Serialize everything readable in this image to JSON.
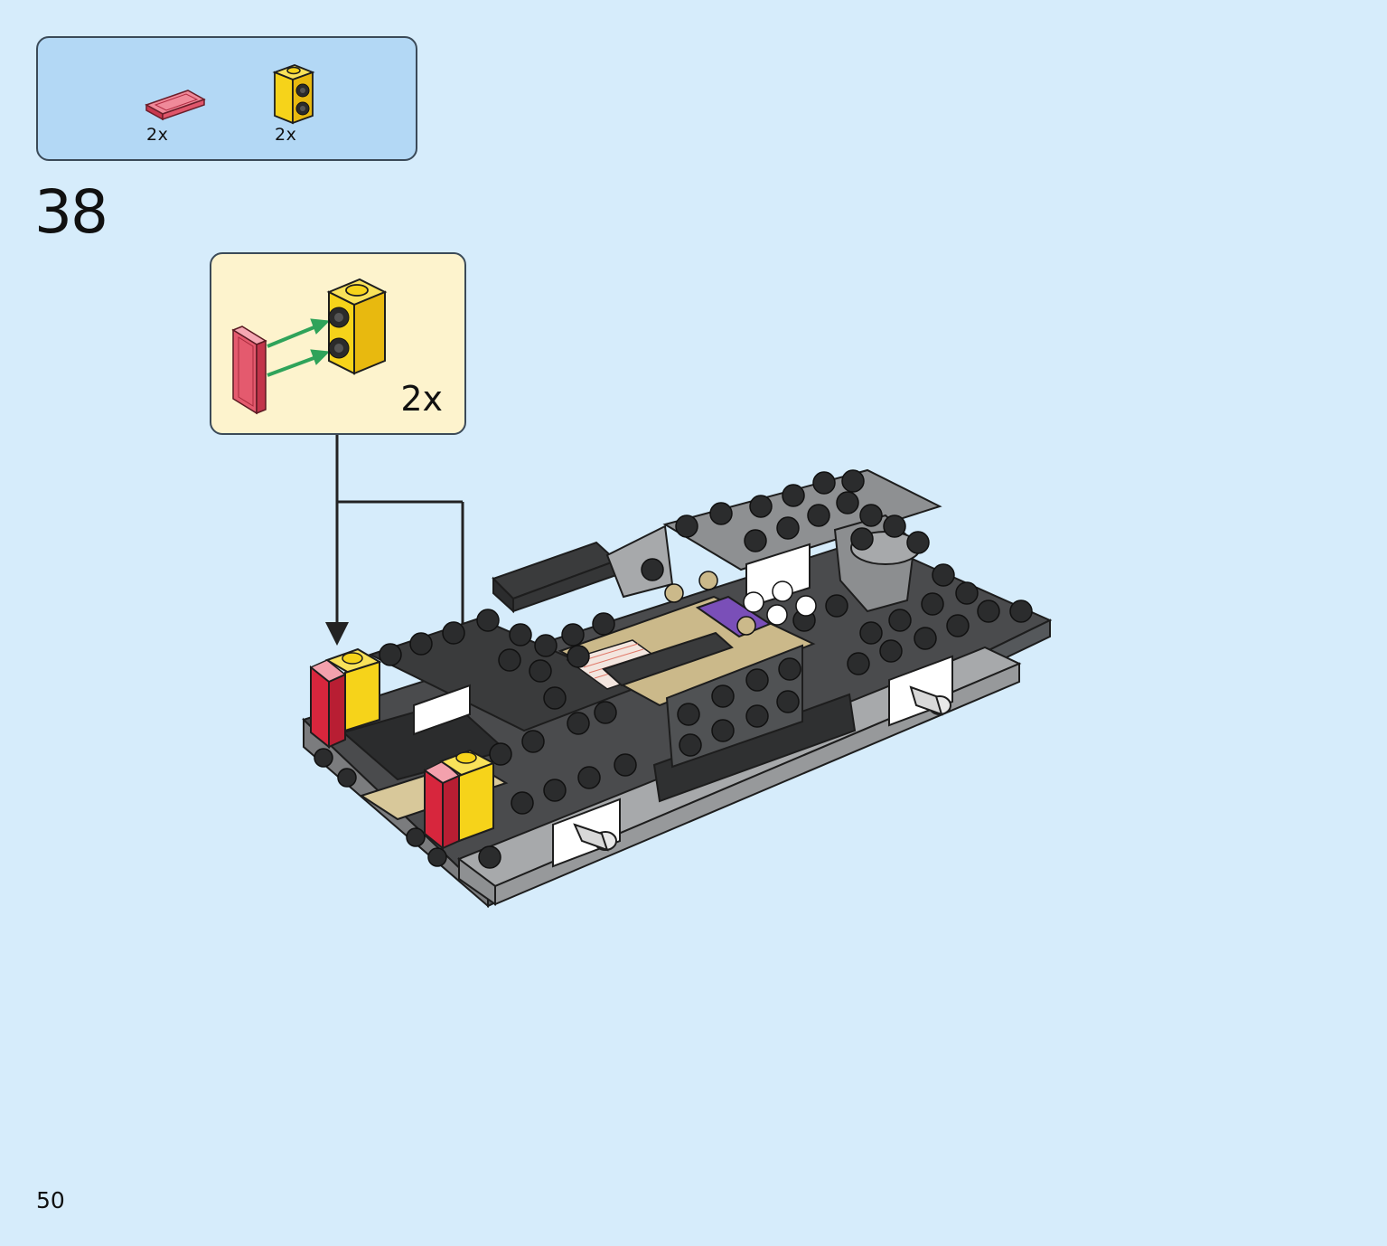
{
  "parts_list": {
    "items": [
      {
        "part": "tile-1x2-trans-red",
        "qty": "2x",
        "color": "#e85f73"
      },
      {
        "part": "brick-1x1-studs-on-side-yellow",
        "qty": "2x",
        "color": "#f6d31a"
      }
    ]
  },
  "step": {
    "number": "38"
  },
  "sub_assembly": {
    "qty": "2x",
    "arrow_color": "#2fa35a"
  },
  "page": {
    "number": "50"
  },
  "colors": {
    "background": "#d6ecfb",
    "parts_box": "#b3d8f5",
    "sub_box": "#fdf3cd",
    "dark_gray": "#3a3b3c",
    "light_gray": "#9a9c9e",
    "tan": "#cbb98a",
    "yellow": "#f6d31a",
    "trans_red": "#d7263d"
  }
}
